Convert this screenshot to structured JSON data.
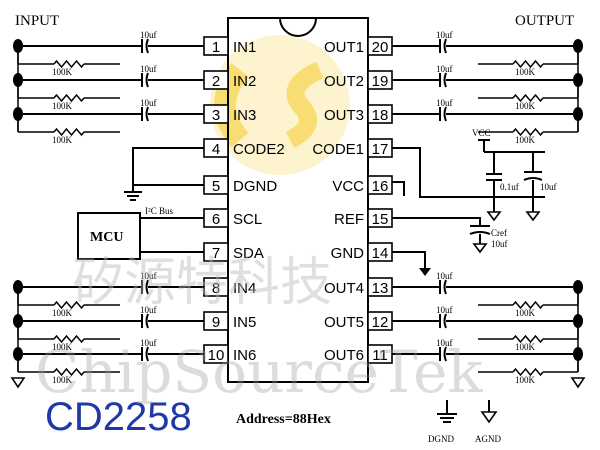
{
  "title": "CD2258",
  "address_note": "Address=88Hex",
  "input_header": "INPUT",
  "output_header": "OUTPUT",
  "mcu_label": "MCU",
  "bus_label": "I²C Bus",
  "watermark": {
    "chinese": "矽源特科技",
    "english": "ChipSourceTek"
  },
  "logo": {
    "initials": "CS",
    "color": "#f4c400"
  },
  "chip": {
    "left_pins": [
      {
        "num": "1",
        "name": "IN1"
      },
      {
        "num": "2",
        "name": "IN2"
      },
      {
        "num": "3",
        "name": "IN3"
      },
      {
        "num": "4",
        "name": "CODE2"
      },
      {
        "num": "5",
        "name": "DGND"
      },
      {
        "num": "6",
        "name": "SCL"
      },
      {
        "num": "7",
        "name": "SDA"
      },
      {
        "num": "8",
        "name": "IN4"
      },
      {
        "num": "9",
        "name": "IN5"
      },
      {
        "num": "10",
        "name": "IN6"
      }
    ],
    "right_pins": [
      {
        "num": "20",
        "name": "OUT1"
      },
      {
        "num": "19",
        "name": "OUT2"
      },
      {
        "num": "18",
        "name": "OUT3"
      },
      {
        "num": "17",
        "name": "CODE1"
      },
      {
        "num": "16",
        "name": "VCC"
      },
      {
        "num": "15",
        "name": "REF"
      },
      {
        "num": "14",
        "name": "GND"
      },
      {
        "num": "13",
        "name": "OUT4"
      },
      {
        "num": "12",
        "name": "OUT5"
      },
      {
        "num": "11",
        "name": "OUT6"
      }
    ]
  },
  "components": {
    "coupling_cap": "10uf",
    "resistor": "100K",
    "vcc_label": "VCC",
    "decoupling_small": "0.1uf",
    "decoupling_big": "10uf",
    "cref_label": "Cref",
    "cref_value": "10uf",
    "dgnd_label": "DGND",
    "agnd_label": "AGND"
  }
}
